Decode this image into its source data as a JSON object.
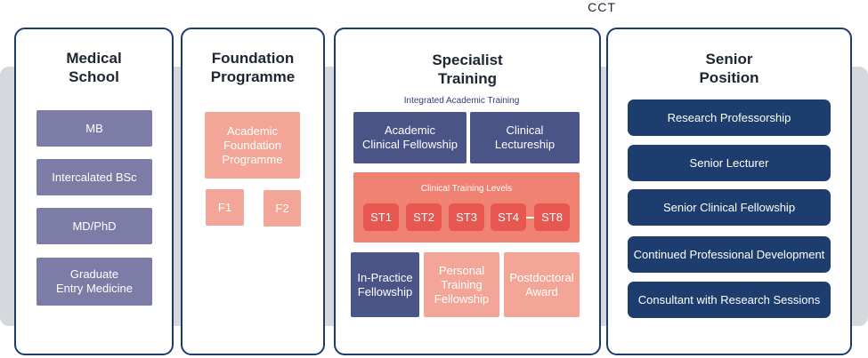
{
  "cct_label": "CCT",
  "medical_school": {
    "title": "Medical\nSchool",
    "items": [
      "MB",
      "Intercalated BSc",
      "MD/PhD",
      "Graduate\nEntry Medicine"
    ]
  },
  "foundation": {
    "title": "Foundation\nProgramme",
    "academic": "Academic\nFoundation\nProgramme",
    "f1": "F1",
    "f2": "F2"
  },
  "specialist": {
    "title": "Specialist\nTraining",
    "integrated_label": "Integrated Academic Training",
    "acf": "Academic\nClinical Fellowship",
    "lectureship": "Clinical\nLectureship",
    "clinical_levels_label": "Clinical Training Levels",
    "levels": [
      "ST1",
      "ST2",
      "ST3",
      "ST4",
      "ST8"
    ],
    "in_practice": "In-Practice\nFellowship",
    "personal": "Personal\nTraining\nFellowship",
    "postdoctoral": "Postdoctoral\nAward"
  },
  "senior": {
    "title": "Senior\nPosition",
    "items": [
      "Research Professorship",
      "Senior Lecturer",
      "Senior Clinical Fellowship",
      "Continued Professional Development",
      "Consultant with Research Sessions"
    ]
  },
  "colors": {
    "band": "#d5d8dc",
    "border": "#1e3b6e",
    "purple": "#7c7ca7",
    "navy_soft": "#4a5486",
    "navy": "#1e3d6f",
    "salmon_light": "#f3a697",
    "salmon_panel": "#ef8272",
    "st_red": "#e8574f"
  }
}
